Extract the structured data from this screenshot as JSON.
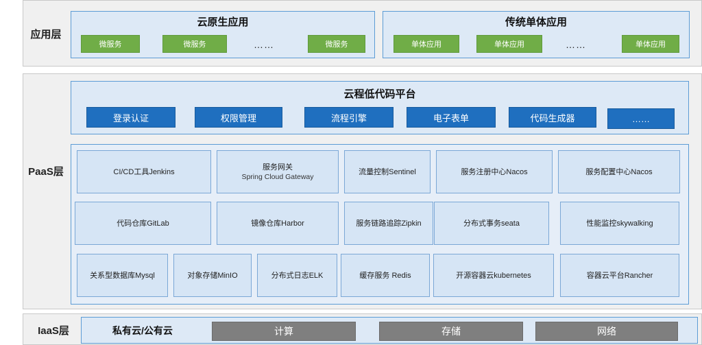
{
  "application_layer": {
    "label": "应用层",
    "cloud_native": {
      "title": "云原生应用",
      "items": [
        "微服务",
        "微服务",
        "……",
        "微服务"
      ]
    },
    "traditional": {
      "title": "传统单体应用",
      "items": [
        "单体应用",
        "单体应用",
        "……",
        "单体应用"
      ]
    }
  },
  "paas_layer": {
    "label": "PaaS层",
    "lowcode": {
      "title": "云程低代码平台",
      "modules": [
        "登录认证",
        "权限管理",
        "流程引擎",
        "电子表单",
        "代码生成器",
        "……"
      ]
    },
    "components": {
      "row1": [
        {
          "label": "CI/CD工具Jenkins",
          "sub": ""
        },
        {
          "label": "服务网关",
          "sub": "Spring Cloud Gateway"
        },
        {
          "label": "流量控制Sentinel",
          "sub": ""
        },
        {
          "label": "服务注册中心Nacos",
          "sub": ""
        },
        {
          "label": "服务配置中心Nacos",
          "sub": ""
        }
      ],
      "row2": [
        {
          "label": "代码仓库GitLab"
        },
        {
          "label": "镜像仓库Harbor"
        },
        {
          "label": "服务链路追踪Zipkin"
        },
        {
          "label": "分布式事务seata"
        },
        {
          "label": "性能监控skywalking"
        }
      ],
      "row3": [
        {
          "label": "关系型数据库Mysql"
        },
        {
          "label": "对象存储MinIO"
        },
        {
          "label": "分布式日志ELK"
        },
        {
          "label": "缓存服务 Redis"
        },
        {
          "label": "开源容器云kubernetes"
        },
        {
          "label": "容器云平台Rancher"
        }
      ]
    }
  },
  "iaas_layer": {
    "label": "IaaS层",
    "cloud_label": "私有云/公有云",
    "resources": [
      "计算",
      "存储",
      "网络"
    ]
  }
}
